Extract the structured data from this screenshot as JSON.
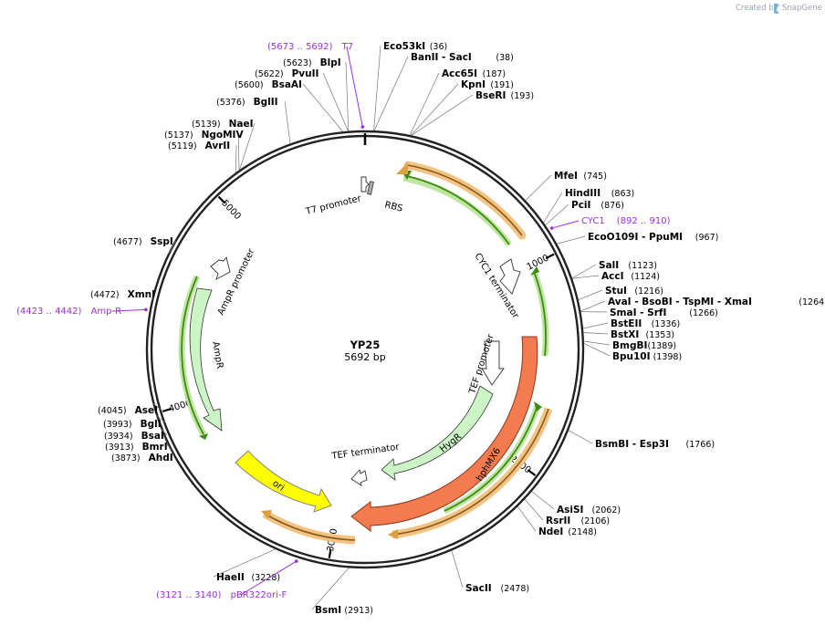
{
  "credit": {
    "text": "Created by",
    "brand": "SnapGene"
  },
  "plasmid": {
    "name": "YP25",
    "size_label": "5692 bp",
    "length": 5692
  },
  "ticks": [
    {
      "pos": 1000,
      "label": "1000"
    },
    {
      "pos": 2000,
      "label": "2000"
    },
    {
      "pos": 3000,
      "label": "3000"
    },
    {
      "pos": 4000,
      "label": "4000"
    },
    {
      "pos": 5000,
      "label": "5000"
    }
  ],
  "sites": [
    {
      "id": "eco53ki",
      "name": "Eco53kI",
      "pos_label": "(36)",
      "pos": 36
    },
    {
      "id": "banii",
      "name": "BanII   - SacI",
      "pos_label": "(38)",
      "pos": 38
    },
    {
      "id": "acc65i",
      "name": "Acc65I",
      "pos_label": "(187)",
      "pos": 187
    },
    {
      "id": "kpni",
      "name": "KpnI",
      "pos_label": "(191)",
      "pos": 191
    },
    {
      "id": "bseri",
      "name": "BseRI",
      "pos_label": "(193)",
      "pos": 193
    },
    {
      "id": "mfei",
      "name": "MfeI",
      "pos_label": "(745)",
      "pos": 745
    },
    {
      "id": "hindiii",
      "name": "HindIII",
      "pos_label": "(863)",
      "pos": 863
    },
    {
      "id": "pcii",
      "name": "PciI",
      "pos_label": "(876)",
      "pos": 876
    },
    {
      "id": "ecoo109i",
      "name": "EcoO109I   - PpuMI",
      "pos_label": "(967)",
      "pos": 967
    },
    {
      "id": "sali",
      "name": "SalI",
      "pos_label": "(1123)",
      "pos": 1123
    },
    {
      "id": "acci",
      "name": "AccI",
      "pos_label": "(1124)",
      "pos": 1124
    },
    {
      "id": "stui",
      "name": "StuI",
      "pos_label": "(1216)",
      "pos": 1216
    },
    {
      "id": "avai",
      "name": "AvaI   - BsoBI   - TspMI   - XmaI",
      "pos_label": "(1264)",
      "pos": 1264
    },
    {
      "id": "smai",
      "name": "SmaI   - SrfI",
      "pos_label": "(1266)",
      "pos": 1266
    },
    {
      "id": "bsteii",
      "name": "BstEII",
      "pos_label": "(1336)",
      "pos": 1336
    },
    {
      "id": "bstxi",
      "name": "BstXI",
      "pos_label": "(1353)",
      "pos": 1353
    },
    {
      "id": "bmgbi",
      "name": "BmgBI",
      "pos_label": "(1389)",
      "pos": 1389
    },
    {
      "id": "bpu10i",
      "name": "Bpu10I",
      "pos_label": "(1398)",
      "pos": 1398
    },
    {
      "id": "bsmbi",
      "name": "BsmBI   - Esp3I",
      "pos_label": "(1766)",
      "pos": 1766
    },
    {
      "id": "asisi",
      "name": "AsiSI",
      "pos_label": "(2062)",
      "pos": 2062
    },
    {
      "id": "rsrii",
      "name": "RsrII",
      "pos_label": "(2106)",
      "pos": 2106
    },
    {
      "id": "ndei",
      "name": "NdeI",
      "pos_label": "(2148)",
      "pos": 2148
    },
    {
      "id": "sacii",
      "name": "SacII",
      "pos_label": "(2478)",
      "pos": 2478
    },
    {
      "id": "bsmi",
      "name": "BsmI",
      "pos_label": "(2913)",
      "pos": 2913
    },
    {
      "id": "haeii",
      "name": "HaeII",
      "pos_label": "(3228)",
      "pos": 3228
    },
    {
      "id": "ahdi",
      "name": "AhdI",
      "pos_label": "(3873)",
      "pos": 3873
    },
    {
      "id": "bmri",
      "name": "BmrI",
      "pos_label": "(3913)",
      "pos": 3913
    },
    {
      "id": "bsai",
      "name": "BsaI",
      "pos_label": "(3934)",
      "pos": 3934
    },
    {
      "id": "bgli",
      "name": "BglI",
      "pos_label": "(3993)",
      "pos": 3993
    },
    {
      "id": "asei",
      "name": "AseI",
      "pos_label": "(4045)",
      "pos": 4045
    },
    {
      "id": "xmni",
      "name": "XmnI",
      "pos_label": "(4472)",
      "pos": 4472
    },
    {
      "id": "sspi",
      "name": "SspI",
      "pos_label": "(4677)",
      "pos": 4677
    },
    {
      "id": "avrii",
      "name": "AvrII",
      "pos_label": "(5119)",
      "pos": 5119
    },
    {
      "id": "ngomiv",
      "name": "NgoMIV",
      "pos_label": "(5137)",
      "pos": 5137
    },
    {
      "id": "naei",
      "name": "NaeI",
      "pos_label": "(5139)",
      "pos": 5139
    },
    {
      "id": "bglii",
      "name": "BglII",
      "pos_label": "(5376)",
      "pos": 5376
    },
    {
      "id": "bsaai",
      "name": "BsaAI",
      "pos_label": "(5600)",
      "pos": 5600
    },
    {
      "id": "pvuii",
      "name": "PvuII",
      "pos_label": "(5622)",
      "pos": 5622
    },
    {
      "id": "blpi",
      "name": "BlpI",
      "pos_label": "(5623)",
      "pos": 5623
    }
  ],
  "primers": [
    {
      "id": "t7",
      "name": "T7",
      "range": "(5673 .. 5692)",
      "pos": 5682
    },
    {
      "id": "cyc1",
      "name": "CYC1",
      "range": "(892 .. 910)",
      "pos": 901
    },
    {
      "id": "ampr",
      "name": "Amp-R",
      "range": "(4423 .. 4442)",
      "pos": 4432
    },
    {
      "id": "pbr322",
      "name": "pBR322ori-F",
      "range": "(3121 .. 3140)",
      "pos": 3130
    }
  ],
  "features": [
    {
      "id": "t7-promoter",
      "label": "T7 promoter"
    },
    {
      "id": "rbs",
      "label": "RBS"
    },
    {
      "id": "cyc1-terminator",
      "label": "CYC1 terminator"
    },
    {
      "id": "tef-promoter",
      "label": "TEF promoter"
    },
    {
      "id": "hygr",
      "label": "HygR"
    },
    {
      "id": "hphmx6",
      "label": "hphMX6"
    },
    {
      "id": "tef-terminator",
      "label": "TEF terminator"
    },
    {
      "id": "ori",
      "label": "ori"
    },
    {
      "id": "ampr-cds",
      "label": "AmpR"
    },
    {
      "id": "ampr-promoter",
      "label": "AmpR promoter"
    }
  ],
  "colors": {
    "backbone": "#222222",
    "primer": "#9b30d9",
    "hphmx6": "#f47a50",
    "ori": "#ffff00",
    "cds": "#ccf5c6",
    "green_arrow": "#3c8c14",
    "orange_glow": "#f3c383"
  }
}
